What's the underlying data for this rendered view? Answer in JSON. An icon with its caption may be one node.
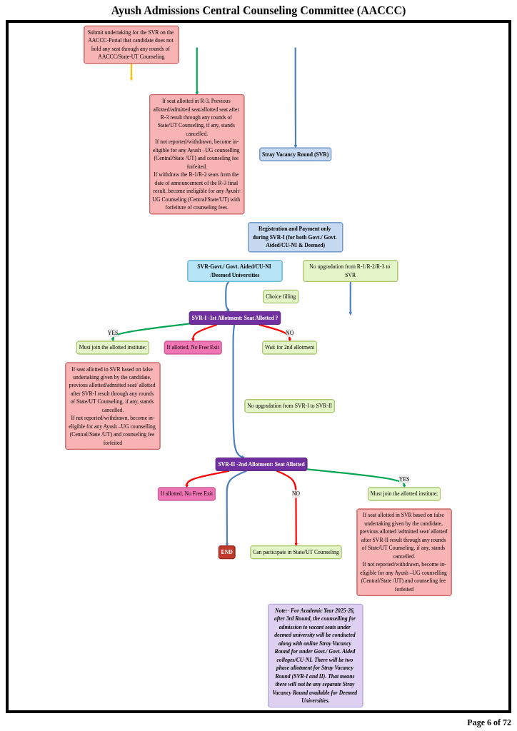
{
  "diagram": {
    "title": "Ayush Admissions Central Counseling Committee (AACCC)",
    "nodes": [
      {
        "text": [
          "Submit undertaking for the SVR on the AACCC-Portal that candidate does not hold any seat through any rounds of AACCC/State-UT Counseling"
        ]
      },
      {
        "text": [
          "If seat allotted in R-3, Previous allotted/admitted seat/allotted seat after R-3 result through any rounds of State/UT Counseling, if any, stands cancelled.",
          "If not reported/withdrawn, become in-eligible for any Ayush –UG counselling (Central/State /UT) and counseling fee forfeited.",
          "If withdraw the R-1/R-2 seats from the date of announcement of the R-3 final result, become ineligible for any Ayush-UG Counseling (Central/State/UT) with forfeiture of counseling fees."
        ]
      },
      {
        "text": [
          "Stray Vacancy Round (SVR)"
        ]
      },
      {
        "text": [
          "Registration and Payment only during SVR-I (for both Govt./ Govt. Aided/CU-NI & Deemed)"
        ]
      },
      {
        "text": [
          "No upgradation from R-1/R-2/R-3 to SVR"
        ]
      },
      {
        "text": [
          "SVR-Govt./ Govt. Aided/CU-NI /Deemed Universities"
        ]
      },
      {
        "text": [
          "Choice filling"
        ]
      },
      {
        "text": [
          "SVR-I -1st Allotment: Seat Allotted ?"
        ]
      },
      {
        "text": [
          "Wait for 2nd allotment"
        ]
      },
      {
        "text": [
          "If allotted, No Free Exit"
        ]
      },
      {
        "text": [
          "Must join the allotted institute;"
        ]
      },
      {
        "text": [
          "If seat allotted in SVR based on false undertaking given by the candidate, previous allotted/admitted seat/ allotted after SVR-I result through any rounds of State/UT Counseling, if any, stands cancelled.",
          "If not reported/withdrawn, become in-eligible for any Ayush –UG counselling (Central/State /UT) and counseling fee forfeited"
        ]
      },
      {
        "text": [
          "No upgradation from SVR-I to SVR-II"
        ]
      },
      {
        "text": [
          "SVR-II -2nd Allotment: Seat Allotted"
        ]
      },
      {
        "text": [
          "Can participate in State/UT Counseling"
        ]
      },
      {
        "text": [
          "If allotted, No Free Exit"
        ]
      },
      {
        "text": [
          "Must join the allotted institute;"
        ]
      },
      {
        "text": [
          "If seat allotted in SVR based on false undertaking given by the candidate, previous allotted /admitted seat/ allotted after SVR-II result through any rounds of State/UT Counseling, if any, stands cancelled.",
          "If not reported/withdrawn, become in-eligible for any Ayush –UG counselling (Central/State /UT) and counseling fee forfeited"
        ]
      },
      {
        "text": [
          "END"
        ]
      },
      {
        "text": [
          "Note:- For Academic Year 2025-26, after 3rd Round, the counselling for admission to vacant seats under deemed university will be conducted along with online Stray Vacancy Round for under Govt./ Govt. Aided colleges/CU-NI. There will be two phase allotment for Stray Vacancy Round (SVR-I and II). That means there will not be any separate Stray Vacancy Round available for Deemed Universities."
        ]
      }
    ],
    "edges": [
      {
        "from": null,
        "to": 2,
        "arrow": "to"
      },
      {
        "from": null,
        "to": 1,
        "arrow": "to",
        "color": "#00a651"
      },
      {
        "from": 0,
        "to": null,
        "arrow": "to",
        "color": "#ffc000"
      },
      {
        "from": 4,
        "to": null,
        "arrow": "to"
      },
      {
        "from": 5,
        "to": 7,
        "arrow": "to"
      },
      {
        "from": 7,
        "to": 8,
        "arrow": "to",
        "label": "NO",
        "color": "#ff0000"
      },
      {
        "from": 7,
        "to": 9,
        "arrow": "to",
        "color": "#ff0000"
      },
      {
        "from": 7,
        "to": 10,
        "arrow": "to",
        "label": "YES",
        "color": "#00a651"
      },
      {
        "from": 7,
        "to": 13,
        "arrow": "to"
      },
      {
        "from": 13,
        "to": 14,
        "arrow": "to",
        "label": "NO",
        "color": "#ff0000"
      },
      {
        "from": 13,
        "to": 15,
        "arrow": "to",
        "color": "#ff0000"
      },
      {
        "from": 13,
        "to": 16,
        "arrow": "to",
        "label": "YES",
        "color": "#00a651"
      },
      {
        "from": 13,
        "to": 18,
        "arrow": "to"
      }
    ],
    "labels": [
      "Page 6 of 72"
    ]
  }
}
